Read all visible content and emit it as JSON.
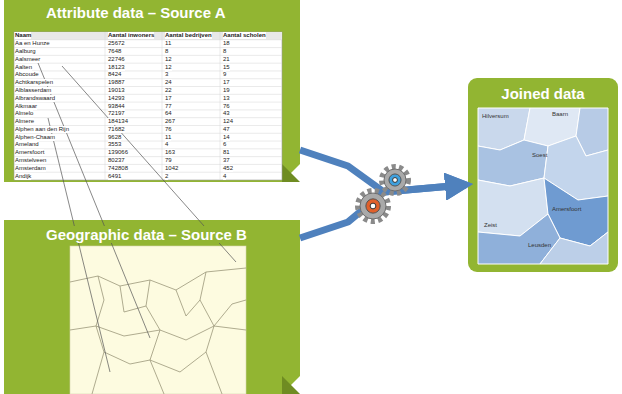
{
  "diagram": {
    "nodes": [
      {
        "text": [
          "Attribute data – Source A"
        ]
      },
      {
        "text": [
          "Geographic data – Source B"
        ]
      },
      {
        "text": [
          "Joined data"
        ]
      }
    ],
    "edges": [
      {
        "from": 0,
        "to": 2,
        "arrow": "to"
      },
      {
        "from": 1,
        "to": 2,
        "arrow": "to"
      }
    ],
    "labels": [
      "Naam",
      "Aantal inwoners",
      "Aantal bedrijven",
      "Aantal scholen",
      "Aa en Hunze",
      "25672",
      "11",
      "18",
      "Aalburg",
      "7648",
      "8",
      "8",
      "Aalsmeer",
      "22746",
      "12",
      "21",
      "Aalten",
      "18123",
      "12",
      "15",
      "Abcoude",
      "8424",
      "3",
      "9",
      "Achtkarspelen",
      "19887",
      "24",
      "17",
      "Alblasserdam",
      "19013",
      "22",
      "19",
      "Albrandswaard",
      "14293",
      "17",
      "13",
      "Alkmaar",
      "93844",
      "77",
      "76",
      "Almelo",
      "72197",
      "64",
      "43",
      "Almere",
      "184134",
      "267",
      "124",
      "Alphen aan den Rijn",
      "71682",
      "76",
      "47",
      "Alphen-Chaam",
      "9628",
      "11",
      "14",
      "Ameland",
      "3553",
      "4",
      "6",
      "Amersfoort",
      "139066",
      "163",
      "81",
      "Amstelveen",
      "80237",
      "79",
      "37",
      "Amsterdam",
      "742808",
      "1042",
      "452",
      "Andijk",
      "6491",
      "2",
      "4",
      "Hilversum",
      "Baarn",
      "Soest",
      "Amersfoort",
      "Zeist",
      "Leusden"
    ]
  }
}
